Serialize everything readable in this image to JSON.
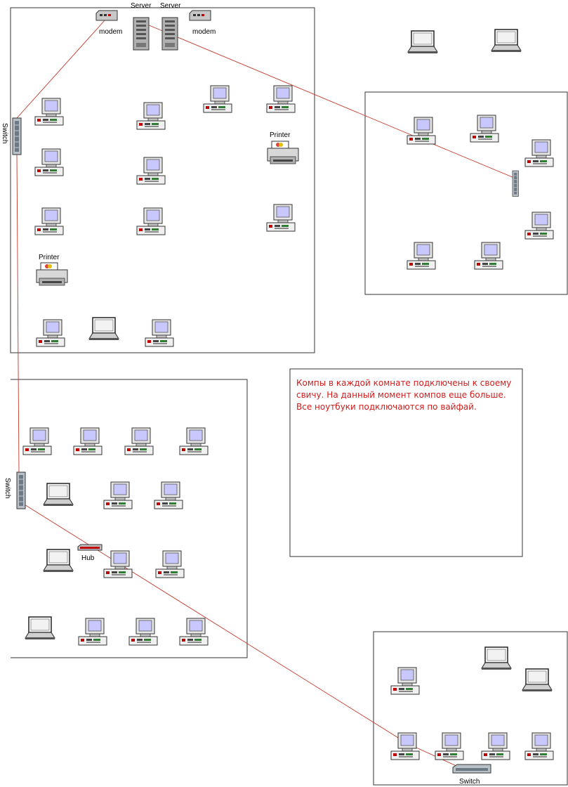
{
  "labels": {
    "modem_left": "modem",
    "modem_right": "modem",
    "server_left": "Server",
    "server_right": "Server",
    "switch_top": "Switch",
    "switch_mid": "Switch",
    "switch_bottom": "Switch",
    "hub": "Hub",
    "printer_room1": "Printer",
    "printer_room1_lower": "Printer"
  },
  "note": {
    "line1": "Компы в каждой комнате подключены к своему",
    "line2": "свичу. На данный момент компов еще больше.",
    "line3": "Все ноутбуки подключаются по вайфай."
  },
  "colors": {
    "link": "#c0392b",
    "note_text": "#d11a1a",
    "room_border": "#333333",
    "screen": "#c8c8ff"
  },
  "icons": {
    "desktop": "desktop-computer-icon",
    "laptop": "laptop-icon",
    "server": "server-icon",
    "modem": "modem-icon",
    "switch": "switch-icon",
    "hub": "hub-icon",
    "printer": "printer-icon"
  }
}
